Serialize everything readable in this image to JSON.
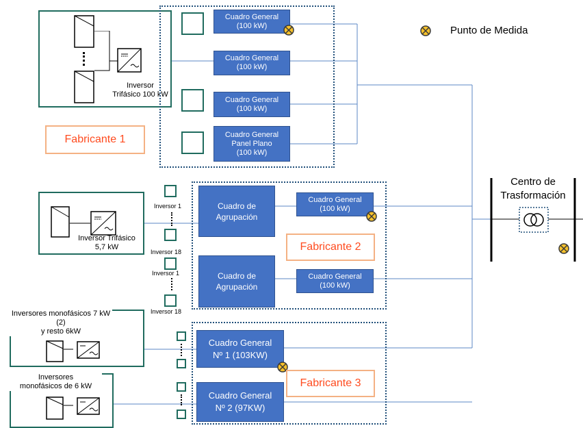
{
  "legend": {
    "label": "Punto de Medida",
    "icon": "measurement-point-icon"
  },
  "manufacturers": {
    "f1": "Fabricante 1",
    "f2": "Fabricante 2",
    "f3": "Fabricante 3"
  },
  "group1": {
    "inverter_line1": "Inversor",
    "inverter_line2": "Trifásico 100 kW",
    "panels": [
      {
        "line1": "Cuadro General",
        "line2": "(100 kW)",
        "line3": ""
      },
      {
        "line1": "Cuadro General",
        "line2": "(100 kW)",
        "line3": ""
      },
      {
        "line1": "Cuadro General",
        "line2": "(100 kW)",
        "line3": ""
      },
      {
        "line1": "Cuadro General",
        "line2": "Panel Plano",
        "line3": "(100 kW)"
      }
    ]
  },
  "group2": {
    "inverter_line1": "Inversor Trifásico",
    "inverter_line2": "5,7 kW",
    "inv_first": "Inversor 1",
    "inv_last": "Inversor 18",
    "agrupacion_line1": "Cuadro de",
    "agrupacion_line2": "Agrupación",
    "general_line1": "Cuadro General",
    "general_line2": "(100 kW)"
  },
  "group3": {
    "block1_line1": "Inversores monofásicos 7 kW (2)",
    "block1_line2": "y  resto 6kW",
    "block2_line1": "Inversores",
    "block2_line2": "monofásicos de  6 kW",
    "cg1_line1": "Cuadro General",
    "cg1_line2": "Nº 1 (103KW)",
    "cg2_line1": "Cuadro General",
    "cg2_line2": "Nº 2 (97KW)"
  },
  "transformer": {
    "line1": "Centro de",
    "line2": "Trasformación"
  }
}
